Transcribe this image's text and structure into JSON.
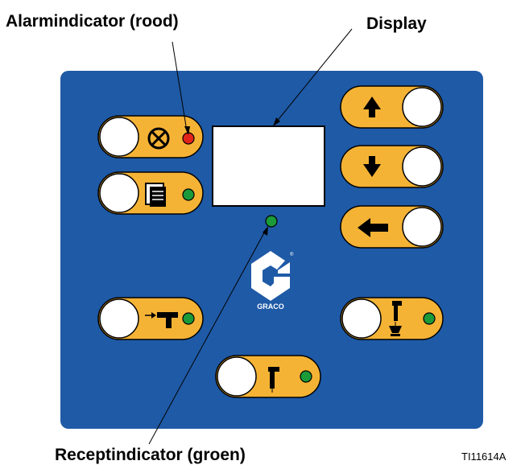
{
  "callouts": {
    "alarm_indicator": "Alarmindicator (rood)",
    "display": "Display",
    "receipt_indicator": "Receptindicator (groen)"
  },
  "reference_code": "TI11614A",
  "logo_text": "GRACO",
  "colors": {
    "panel": "#1f5aa6",
    "button_pill": "#f5b335",
    "led_red": "#e3241b",
    "led_green": "#1b9a3a",
    "display_screen": "#ffffff"
  },
  "buttons": [
    {
      "name": "alarm-button",
      "icon": "circle-x-icon",
      "led": "red"
    },
    {
      "name": "menu-button",
      "icon": "document-icon",
      "led": "green"
    },
    {
      "name": "up-button",
      "icon": "arrow-up-icon"
    },
    {
      "name": "down-button",
      "icon": "arrow-down-icon"
    },
    {
      "name": "enter-button",
      "icon": "arrow-left-icon"
    },
    {
      "name": "spray-gun-button",
      "icon": "spray-gun-icon",
      "led": "green"
    },
    {
      "name": "flush-button",
      "icon": "flush-gun-icon",
      "led": "green"
    },
    {
      "name": "gun-button",
      "icon": "gun-icon",
      "led": "green"
    }
  ]
}
